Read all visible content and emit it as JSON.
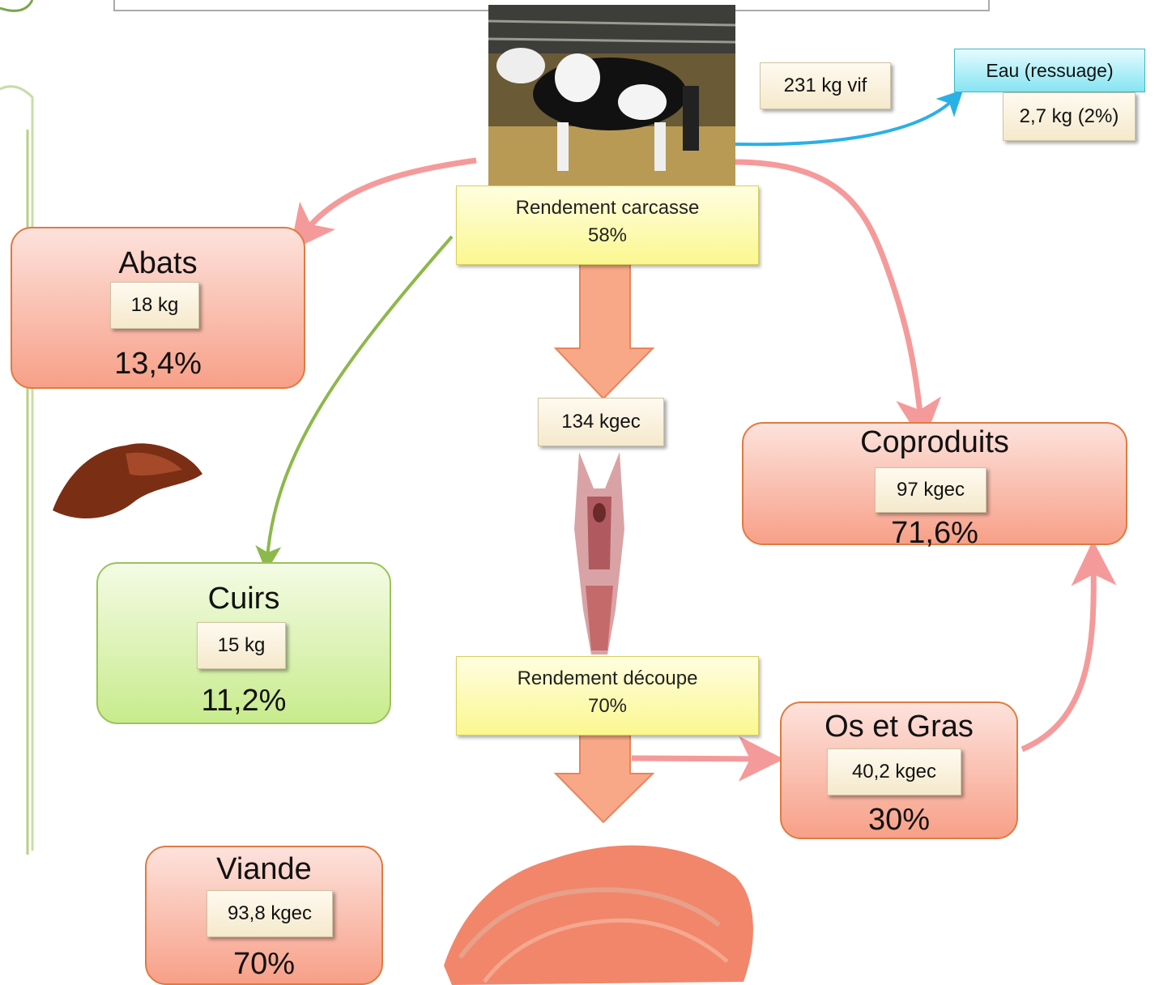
{
  "live_weight": "231 kg vif",
  "water": {
    "title": "Eau (ressuage)",
    "value": "2,7 kg (2%)"
  },
  "carcass_yield": {
    "label": "Rendement carcasse",
    "value": "58%"
  },
  "cut_yield": {
    "label": "Rendement découpe",
    "value": "70%"
  },
  "carcass_weight": "134 kgec",
  "abats": {
    "title": "Abats",
    "weight": "18 kg",
    "pct": "13,4%"
  },
  "cuirs": {
    "title": "Cuirs",
    "weight": "15 kg",
    "pct": "11,2%"
  },
  "coproduits": {
    "title": "Coproduits",
    "weight": "97 kgec",
    "pct": "71,6%"
  },
  "os_gras": {
    "title": "Os et Gras",
    "weight": "40,2 kgec",
    "pct": "30%"
  },
  "viande": {
    "title": "Viande",
    "weight": "93,8 kgec",
    "pct": "70%"
  },
  "colors": {
    "pink_arrow": "#f59a9a",
    "green_arrow": "#8db84a",
    "blue_arrow": "#2ab0e6",
    "block_arrow": "#f8a887"
  }
}
